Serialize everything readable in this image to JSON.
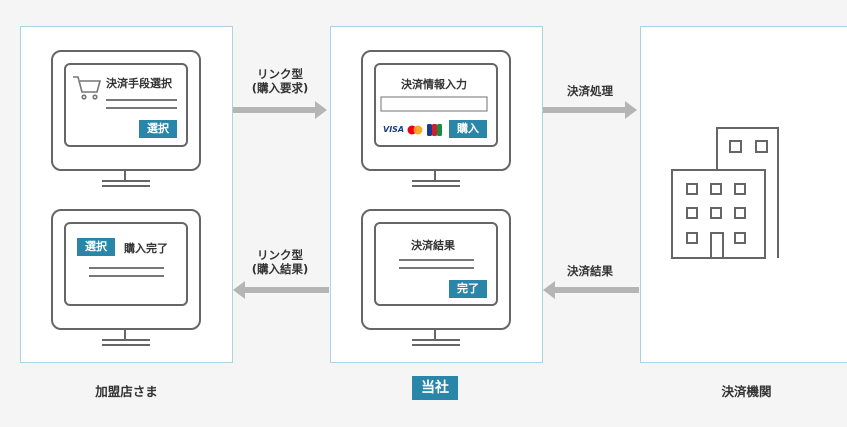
{
  "columns": {
    "merchant": {
      "caption": "加盟店さま"
    },
    "company": {
      "caption": "当社"
    },
    "processor": {
      "caption": "決済機関"
    }
  },
  "screens": {
    "select_method": {
      "title": "決済手段選択",
      "button": "選択"
    },
    "purchase_done": {
      "badge": "選択",
      "title": "購入完了"
    },
    "payment_input": {
      "title": "決済情報入力",
      "visa": "VISA",
      "jcb": "JCB",
      "button": "購入"
    },
    "payment_result": {
      "title": "決済結果",
      "button": "完了"
    }
  },
  "arrows": {
    "link_purchase": {
      "line1": "リンク型",
      "line2": "(購入要求)"
    },
    "link_result": {
      "line1": "リンク型",
      "line2": "(購入結果)"
    },
    "process": {
      "label": "決済処理"
    },
    "result": {
      "label": "決済結果"
    }
  },
  "colors": {
    "accent": "#2a86a8",
    "panel_border": "#a9d4e6",
    "icon_stroke": "#666666",
    "arrow": "#b5b5b5",
    "mastercard_red": "#eb001b",
    "mastercard_yellow": "#f79e1b"
  }
}
